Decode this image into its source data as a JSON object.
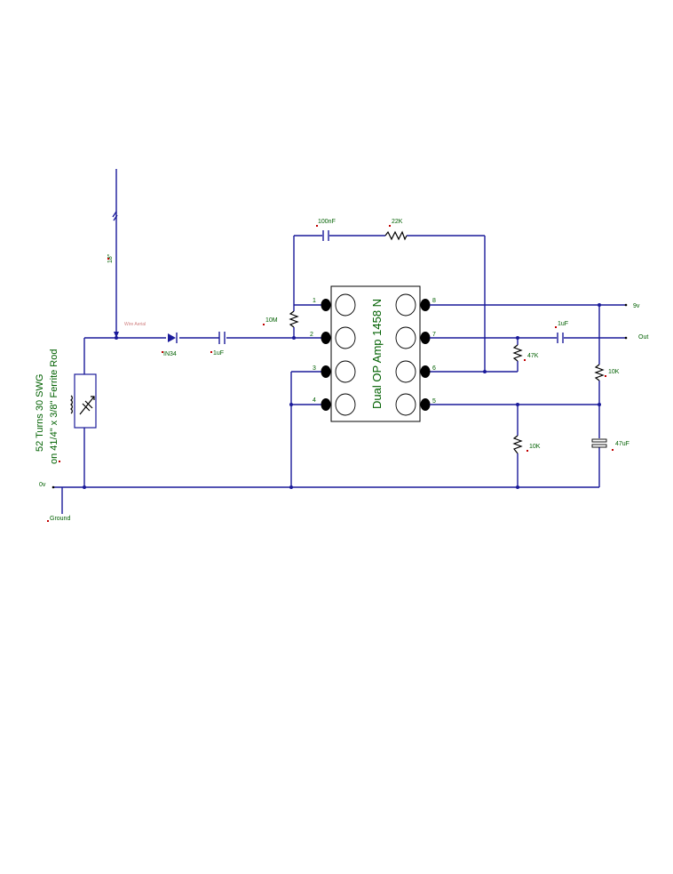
{
  "components": {
    "ic": "Dual OP Amp 1458 N",
    "c_feedback": "100nF",
    "r_feedback": "22K",
    "r_bias_top": "10M",
    "diode": "IN34",
    "c_input": "1uF",
    "c_output": "1uF",
    "r_out": "47K",
    "r_div_top": "10K",
    "r_div_bottom": "10K",
    "c_electrolytic": "47uF",
    "coil_line1": "52 Turns 30 SWG",
    "coil_line2": "on 41/4\" x 3/8\" Ferrite Rod"
  },
  "antenna": {
    "length": "18\"",
    "wire_label": "Wire Aerial"
  },
  "pins": [
    "1",
    "2",
    "3",
    "4",
    "5",
    "6",
    "7",
    "8"
  ],
  "terminals": {
    "supply": "9v",
    "output": "Out",
    "zero": "0v",
    "ground": "Ground"
  },
  "colors": {
    "wire": "#1a1a9a",
    "label": "#006000",
    "marker": "#c00000"
  }
}
